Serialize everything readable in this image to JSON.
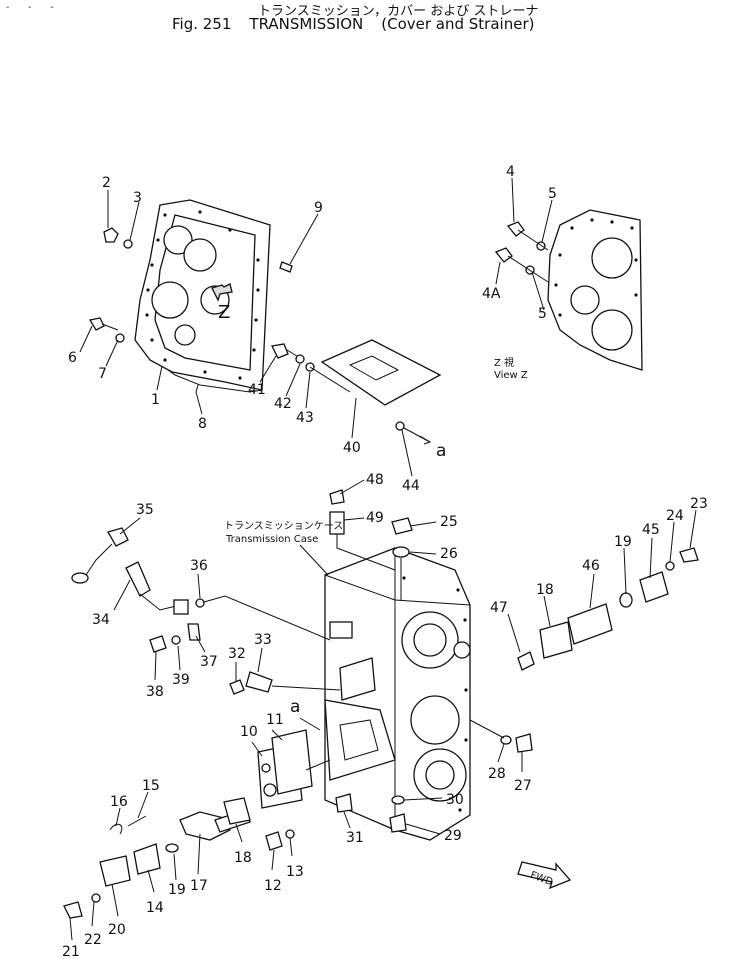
{
  "header": {
    "corner": "- - -",
    "title_jp": "トランスミッション，カバー および ストレーナ",
    "fig": "Fig. 251",
    "title": "TRANSMISSION",
    "subtitle": "(Cover and Strainer)"
  },
  "labels": {
    "view_z_jp": "Z 視",
    "view_z": "View Z",
    "case_jp": "トランスミッションケース",
    "case_en": "Transmission Case",
    "arrow_z": "Z",
    "ref_a": "a",
    "fwd": "FWD"
  },
  "callouts": [
    "2",
    "3",
    "9",
    "4",
    "5",
    "4A",
    "5",
    "6",
    "7",
    "1",
    "8",
    "41",
    "42",
    "43",
    "40",
    "44",
    "48",
    "49",
    "25",
    "26",
    "35",
    "36",
    "34",
    "37",
    "38",
    "39",
    "32",
    "33",
    "10",
    "11",
    "16",
    "15",
    "18",
    "17",
    "19",
    "14",
    "20",
    "21",
    "22",
    "12",
    "13",
    "31",
    "30",
    "29",
    "28",
    "27",
    "47",
    "18",
    "46",
    "19",
    "45",
    "24",
    "23"
  ]
}
